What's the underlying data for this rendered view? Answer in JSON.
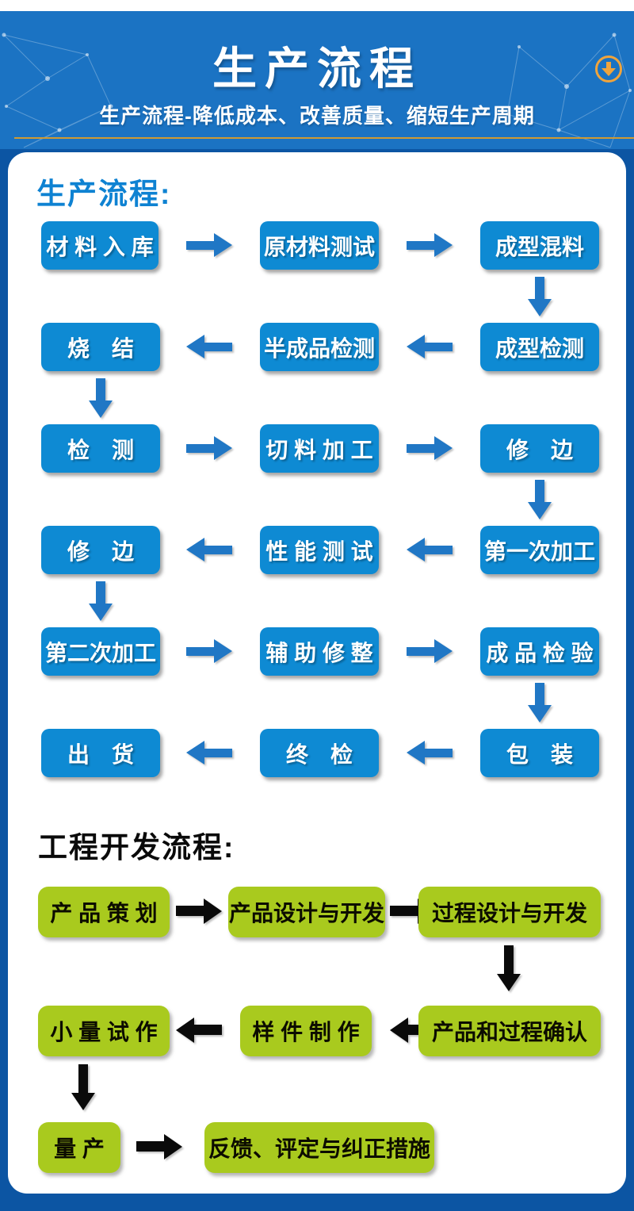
{
  "header": {
    "title": "生产流程",
    "subtitle": "生产流程-降低成本、改善质量、缩短生产周期"
  },
  "icons": {
    "scroll_badge": "circle-down-arrow"
  },
  "production_flow": {
    "title": "生产流程:",
    "rows": [
      {
        "direction": "right",
        "boxes": [
          "材 料 入 库",
          "原材料测试",
          "成型混料"
        ]
      },
      {
        "direction": "left",
        "boxes": [
          "烧　结",
          "半成品检测",
          "成型检测"
        ]
      },
      {
        "direction": "right",
        "boxes": [
          "检　测",
          "切 料 加 工",
          "修　边"
        ]
      },
      {
        "direction": "left",
        "boxes": [
          "修　边",
          "性 能 测 试",
          "第一次加工"
        ]
      },
      {
        "direction": "right",
        "boxes": [
          "第二次加工",
          "辅 助 修 整",
          "成 品 检 验"
        ]
      },
      {
        "direction": "left",
        "boxes": [
          "出　货",
          "终　检",
          "包　装"
        ]
      }
    ]
  },
  "engineering_flow": {
    "title": "工程开发流程:",
    "rows": [
      {
        "direction": "right",
        "boxes": [
          "产 品 策 划",
          "产品设计与开发",
          "过程设计与开发"
        ]
      },
      {
        "direction": "left",
        "boxes": [
          "小 量 试 作",
          "样 件 制 作",
          "产品和过程确认"
        ]
      },
      {
        "direction": "right",
        "boxes": [
          "量 产",
          "反馈、评定与纠正措施"
        ]
      }
    ]
  },
  "colors": {
    "header_blue": "#1b73c3",
    "frame_blue": "#0c55a3",
    "production_box_blue": "#0e8ad3",
    "arrow_blue": "#2077c5",
    "engineering_box_green": "#a9ca1e",
    "accent_gold": "#f0a43c",
    "production_title_blue": "#0e82d2"
  }
}
